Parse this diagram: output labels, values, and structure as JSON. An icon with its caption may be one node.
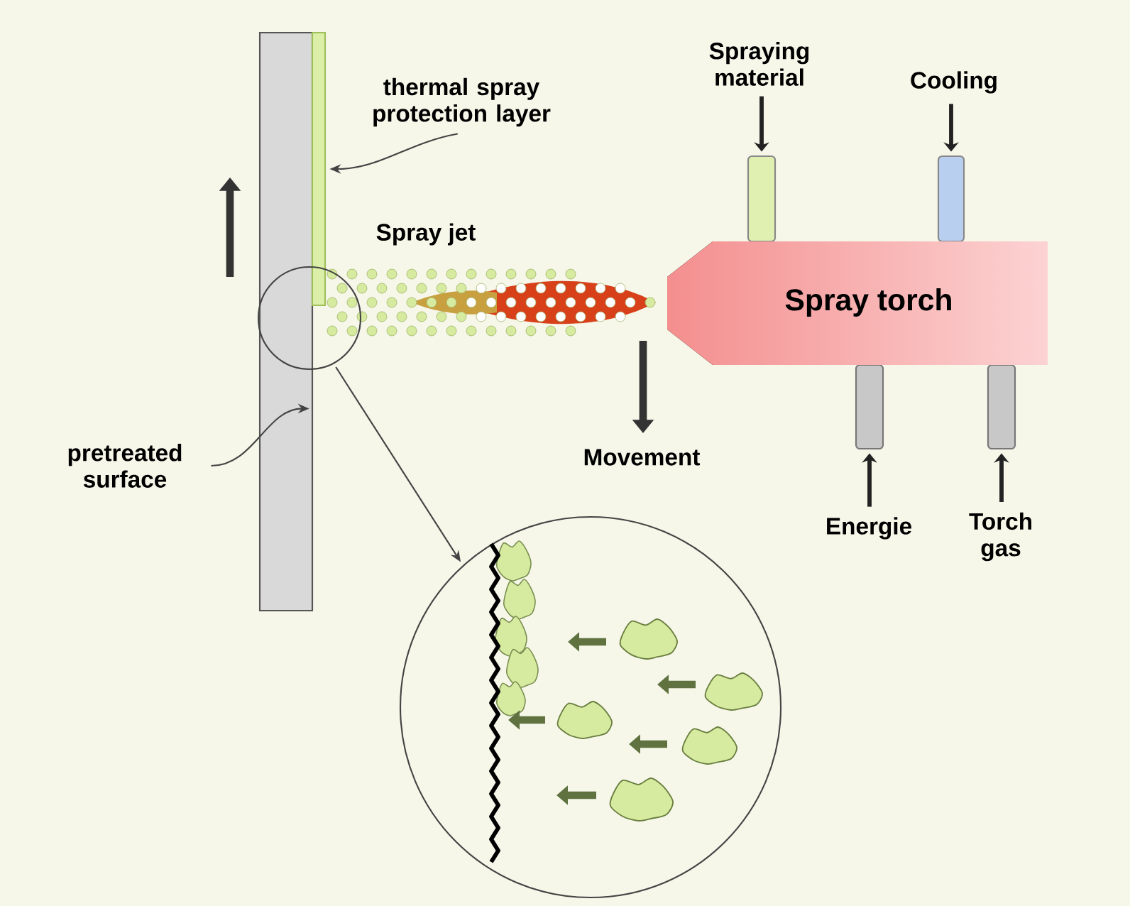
{
  "diagram": {
    "nodes": [
      {
        "text": [],
        "shape": "bar"
      },
      {
        "text": [],
        "shape": "bar"
      },
      {
        "text": [
          "thermal spray protection layer"
        ]
      },
      {
        "text": [
          "pretreated surface"
        ]
      },
      {
        "text": [],
        "shape": "circle"
      },
      {
        "text": [],
        "shape": "circle"
      },
      {
        "text": [
          "Spray torch"
        ]
      },
      {
        "text": [],
        "shape": "cylinder"
      },
      {
        "text": [],
        "shape": "cylinder"
      },
      {
        "text": [],
        "shape": "cylinder"
      },
      {
        "text": [],
        "shape": "cylinder"
      },
      {
        "text": [
          "Spraying material"
        ]
      },
      {
        "text": [
          "Cooling"
        ]
      },
      {
        "text": [
          "Energie"
        ]
      },
      {
        "text": [
          "Torch gas"
        ]
      }
    ],
    "edges": [
      {
        "from": 2,
        "to": 1,
        "arrow": "to"
      },
      {
        "from": 3,
        "to": 0,
        "arrow": "to"
      },
      {
        "from": 4,
        "to": 5,
        "arrow": "to"
      },
      {
        "from": 11,
        "to": 7,
        "arrow": "to"
      },
      {
        "from": 12,
        "to": 8,
        "arrow": "to"
      },
      {
        "from": 13,
        "to": 9,
        "arrow": "to"
      },
      {
        "from": 14,
        "to": 10,
        "arrow": "to"
      }
    ],
    "labels": [
      "Spray jet",
      "Movement"
    ]
  }
}
